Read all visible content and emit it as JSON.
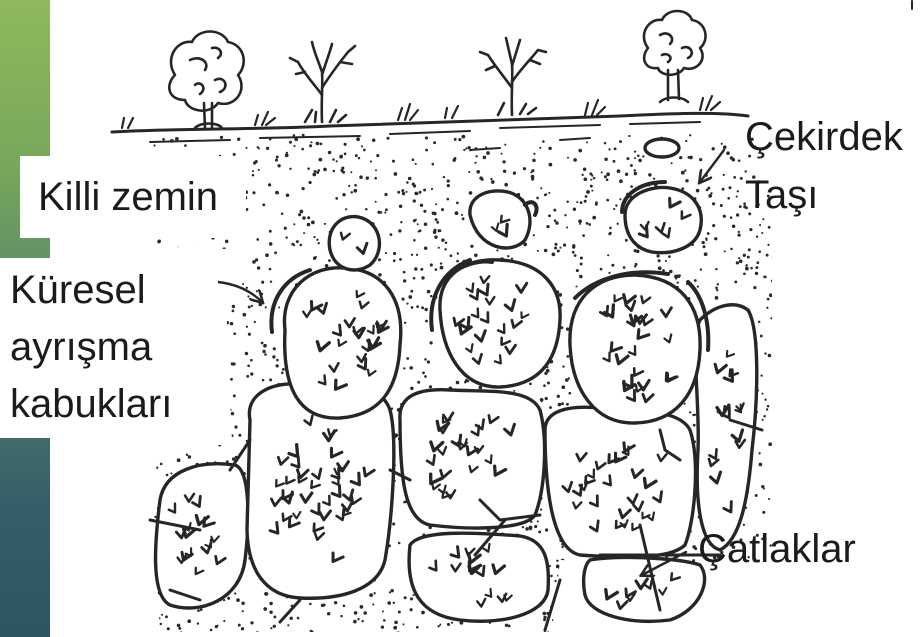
{
  "labels": {
    "clay_soil": "Killi zemin",
    "spheroidal_shells": [
      "Küresel",
      "ayrışma",
      "kabukları"
    ],
    "core_stone": [
      "Çekirdek",
      "Taşı"
    ],
    "cracks": "Çatlaklar"
  },
  "colors": {
    "side_bar_top": "#8fb95b",
    "side_bar_bottom": "#2c5462",
    "ink": "#262626",
    "label_text": "#1b1b1b",
    "background": "#ffffff"
  }
}
